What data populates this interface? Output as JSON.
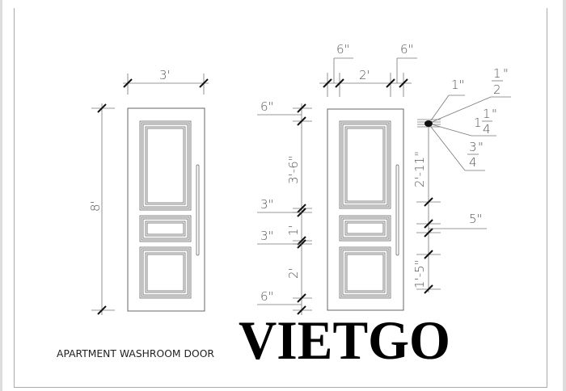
{
  "drawing": {
    "title": "APARTMENT WASHROOM DOOR",
    "watermark": "VIETGO",
    "left_door": {
      "width_label": "3'",
      "height_label": "8'"
    },
    "right_door": {
      "top_dims": {
        "left_margin": "6\"",
        "width": "2'",
        "right_margin": "6\""
      },
      "left_dims": {
        "top_rail": "6\"",
        "top_panel": "3'-6\"",
        "rail_1": "3\"",
        "middle_panel": "1'",
        "rail_2": "3\"",
        "bottom_panel": "2'",
        "bottom_rail": "6\""
      },
      "right_dims": {
        "top_section": "2'-11\"",
        "middle_rail": "5\"",
        "bottom_section": "1'-5\""
      },
      "profile_dims": {
        "a": "1\"",
        "b_num": "1",
        "b_den": "2",
        "b_unit": "\"",
        "c_whole": "1",
        "c_num": "1",
        "c_den": "4",
        "c_unit": "\"",
        "d_num": "3",
        "d_den": "4",
        "d_unit": "\""
      }
    }
  }
}
